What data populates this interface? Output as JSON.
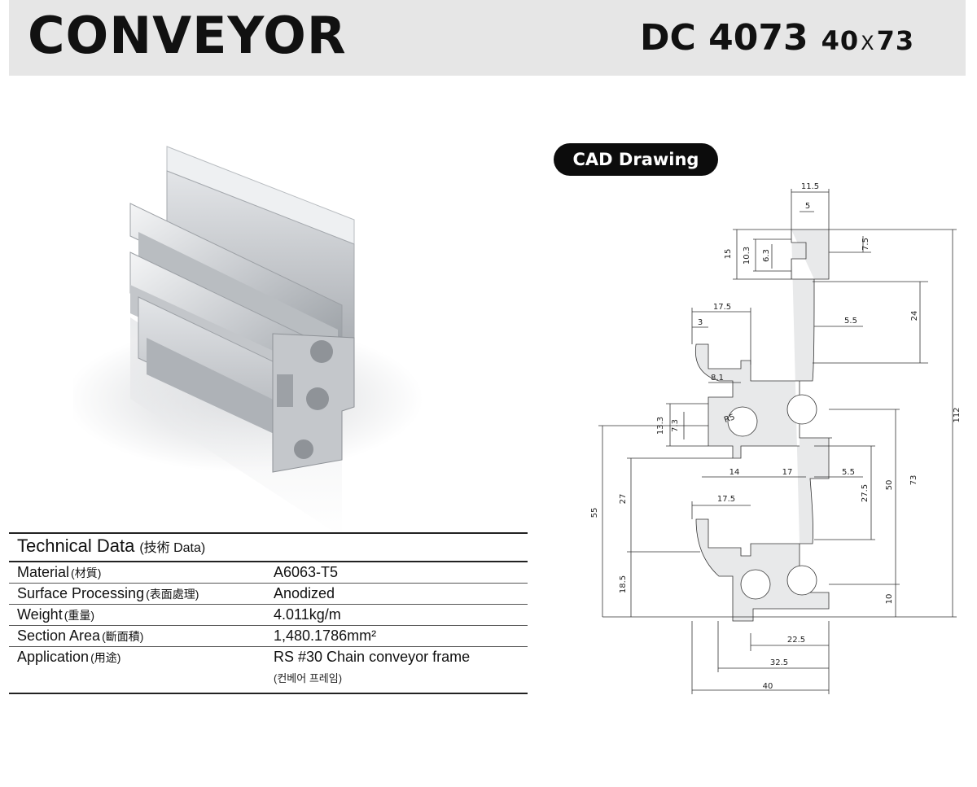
{
  "header": {
    "title": "CONVEYOR",
    "model": "DC 4073",
    "size_w": "40",
    "size_x": "X",
    "size_h": "73"
  },
  "cad": {
    "label": "CAD Drawing",
    "dims": {
      "d11_5": "11.5",
      "d5": "5",
      "d7_5": "7.5",
      "d15": "15",
      "d10_3": "10.3",
      "d6_3": "6.3",
      "d17_5a": "17.5",
      "d3": "3",
      "d5_5a": "5.5",
      "d24": "24",
      "d8_1": "8.1",
      "d13_3": "13.3",
      "d7_3": "7.3",
      "r5": "R5",
      "d14": "14",
      "d17": "17",
      "d5_5b": "5.5",
      "d112": "112",
      "d27": "27",
      "d55": "55",
      "d27_5": "27.5",
      "d50": "50",
      "d73": "73",
      "d17_5b": "17.5",
      "d18_5": "18.5",
      "d10": "10",
      "d22_5": "22.5",
      "d32_5": "32.5",
      "d40": "40"
    }
  },
  "tech": {
    "heading": "Technical Data",
    "heading_cn": "(技術 Data)",
    "rows": [
      {
        "key": "Material",
        "key_cn": "(材質)",
        "value": "A6063-T5"
      },
      {
        "key": "Surface Processing",
        "key_cn": "(表面處理)",
        "value": "Anodized"
      },
      {
        "key": "Weight",
        "key_cn": "(重量)",
        "value": "4.011kg/m"
      },
      {
        "key": "Section Area",
        "key_cn": "(斷面積)",
        "value": "1,480.1786mm²"
      },
      {
        "key": "Application",
        "key_cn": "(用途)",
        "value": "RS #30 Chain conveyor frame",
        "sub": "(컨베어 프레임)"
      }
    ]
  }
}
